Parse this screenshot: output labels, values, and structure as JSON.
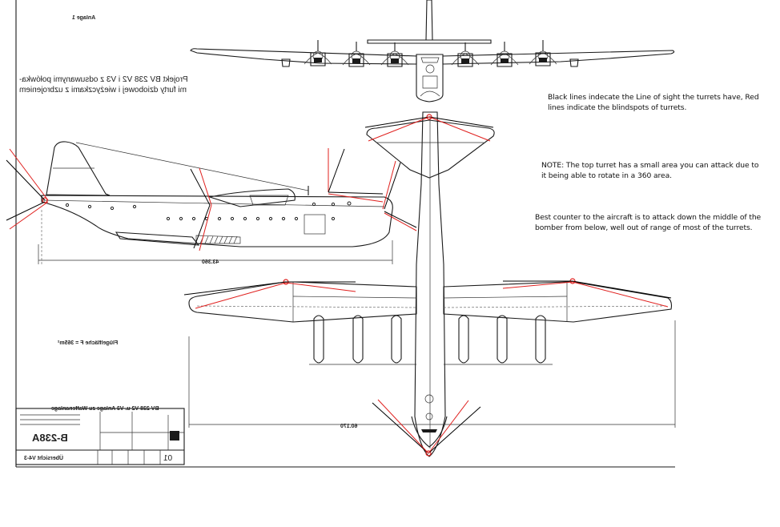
{
  "annotations": {
    "legend": "Black lines indecate the Line of sight the turrets have, Red lines indicate the blindspots of turrets.",
    "note": "NOTE: The top turret has a small area you can attack due to it being able to rotate in a 360 area.",
    "counter": "Best counter to the aircraft is to attack down the middle of the bomber from below, well out of range of most of the turrets."
  },
  "drawing_text": {
    "sheet_label": "Anlage 1",
    "polish_caption_line1": "Projekt BV 238 V2 i V3 z odsuwanymi połówka-",
    "polish_caption_line2": "mi furty dziobowej i wieżyczkami z uzbrojeniem",
    "wing_area_label": "Flügelfläche F = 365m²",
    "side_view_dimension": "43.360",
    "plan_view_dimension": "60.170",
    "title_block_header": "BV 238 V2 u. V3 Anlage zu Waffenanlage",
    "title_block_type": "B-238A",
    "title_block_sheet": "Übersicht V4-3",
    "title_block_number": "01"
  },
  "line_colors": {
    "line_of_sight": "#000000",
    "blind_spot": "#e0201e"
  },
  "views": [
    {
      "name": "front-view",
      "engines": 6
    },
    {
      "name": "side-view",
      "turrets": [
        "tail",
        "waist",
        "dorsal",
        "nose"
      ]
    },
    {
      "name": "plan-view",
      "engines": 6,
      "turrets": [
        "tail",
        "left-wing",
        "right-wing",
        "nose"
      ]
    }
  ]
}
